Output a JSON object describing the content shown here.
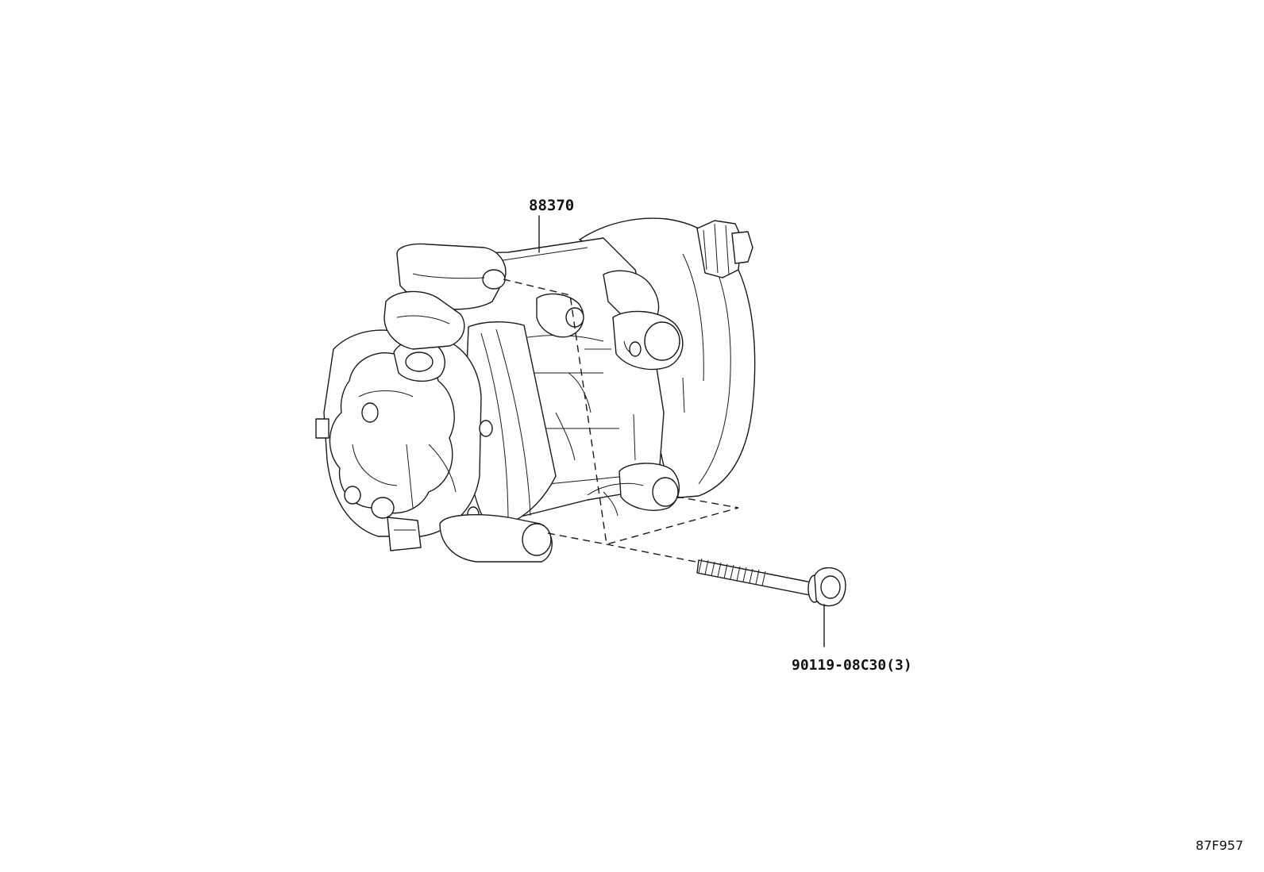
{
  "diagram": {
    "parts": [
      {
        "part_number": "88370",
        "name_key": "compressor"
      },
      {
        "part_number": "90119-08C30(3)",
        "name_key": "bolt"
      }
    ],
    "illustration_code": "87F957"
  }
}
